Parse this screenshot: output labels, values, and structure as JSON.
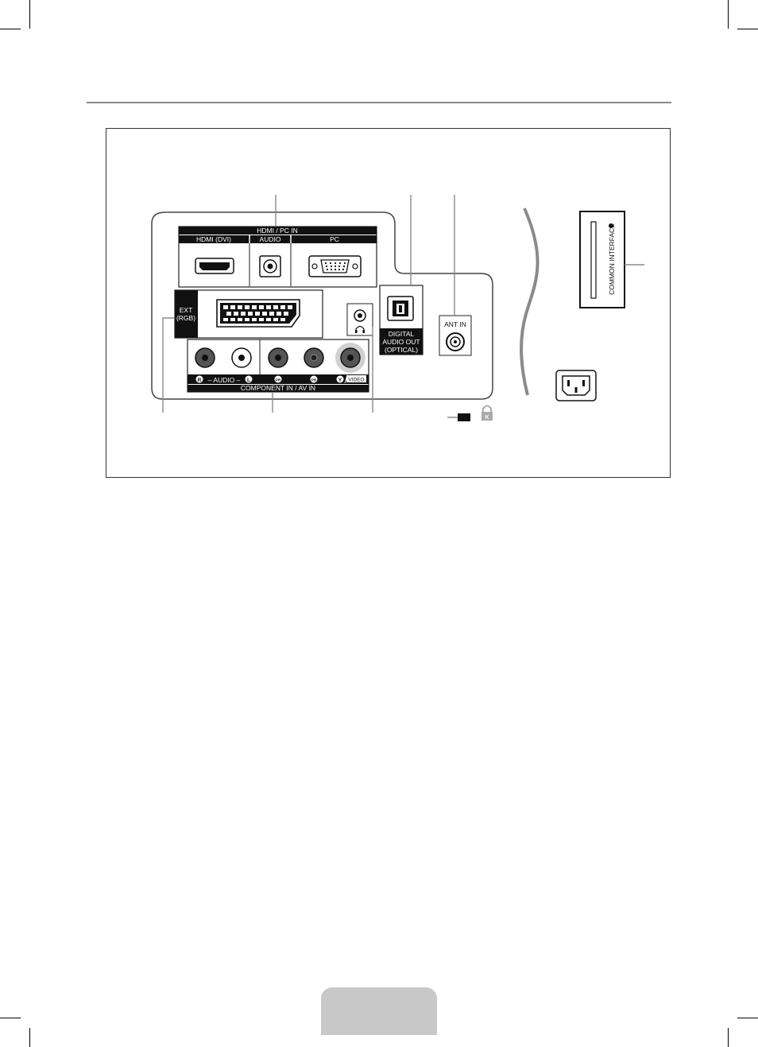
{
  "panel": {
    "hdmi_pc_in": "HDMI / PC IN",
    "hdmi_dvi": "HDMI (DVI)",
    "audio": "AUDIO",
    "pc": "PC",
    "ext_line1": "EXT",
    "ext_line2": "(RGB)",
    "digital_line1": "DIGITAL",
    "digital_line2": "AUDIO OUT",
    "digital_line3": "(OPTICAL)",
    "ant_in": "ANT IN",
    "audio_rl": "– AUDIO –",
    "r_mark": "R",
    "l_mark": "L",
    "pr_mark": "PR",
    "pb_mark": "PB",
    "y_mark": "Y",
    "video": "VIDEO",
    "component_in": "COMPONENT IN / AV IN",
    "common_interface": "COMMON INTERFACE",
    "kensington_mark": "K"
  },
  "icons": [
    "hdmi-port-icon",
    "audio-jack-icon",
    "vga-port-icon",
    "scart-port-icon",
    "headphone-icon",
    "optical-port-icon",
    "coax-port-icon",
    "rca-jack-icon",
    "power-socket-icon",
    "lock-icon"
  ]
}
